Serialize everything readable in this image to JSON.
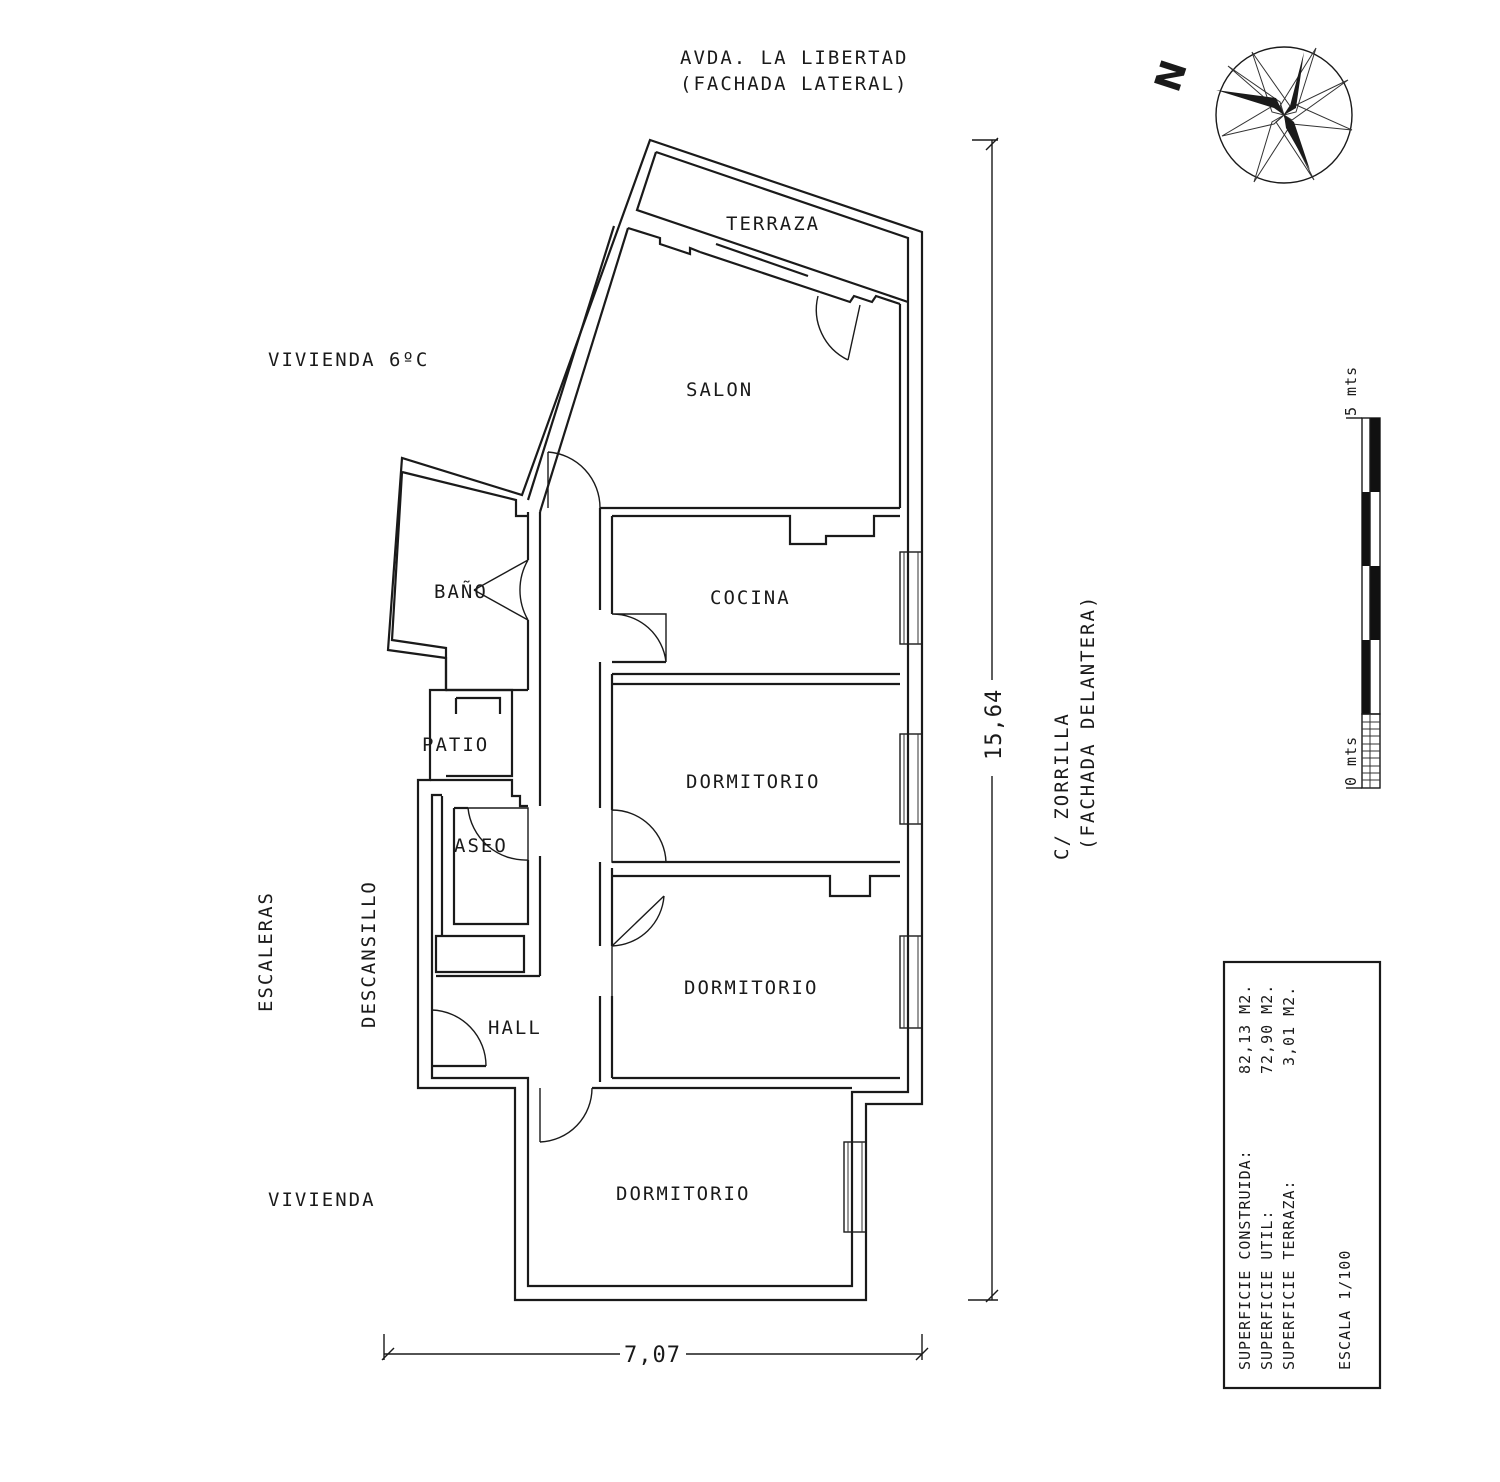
{
  "streets": {
    "top_line1": "AVDA. LA LIBERTAD",
    "top_line2": "(FACHADA LATERAL)",
    "right_line1": "C/ ZORRILLA",
    "right_line2": "(FACHADA DELANTERA)"
  },
  "neighbors": {
    "upper": "VIVIENDA 6ºC",
    "lower": "VIVIENDA",
    "stairs": "ESCALERAS",
    "landing": "DESCANSILLO"
  },
  "rooms": {
    "terraza": "TERRAZA",
    "salon": "SALON",
    "bano": "BAÑO",
    "cocina": "COCINA",
    "patio": "PATIO",
    "dormitorio_1": "DORMITORIO",
    "aseo": "ASEO",
    "dormitorio_2": "DORMITORIO",
    "hall": "HALL",
    "dormitorio_3": "DORMITORIO"
  },
  "dimensions": {
    "height": "15,64",
    "width": "7,07"
  },
  "compass": {
    "north_label": "N",
    "icon": "compass-rose-icon"
  },
  "scale_bar": {
    "top_label": "5 mts",
    "bottom_label": "0 mts"
  },
  "info_box": {
    "construida_label": "SUPERFICIE CONSTRUIDA:",
    "construida_value": "82,13 M2.",
    "util_label": "SUPERFICIE UTIL:",
    "util_value": "72,90 M2.",
    "terraza_label": "SUPERFICIE TERRAZA:",
    "terraza_value": "3,01 M2.",
    "escala": "ESCALA 1/100"
  }
}
